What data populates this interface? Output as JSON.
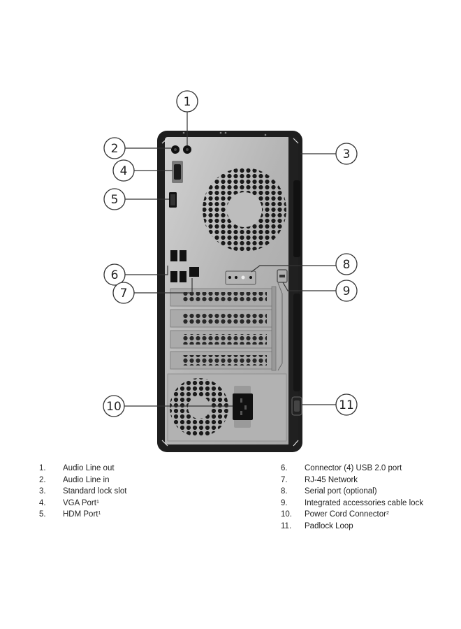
{
  "diagram": {
    "type": "labeled product rear-panel diagram",
    "subject": "Desktop tower PC, rear view",
    "colors": {
      "chassis_frame": "#1e1e1e",
      "panel_metal": "#b9b9b9",
      "callout_line": "#333333",
      "background": "#ffffff"
    },
    "callouts": [
      {
        "n": "1",
        "label": "Audio Line out"
      },
      {
        "n": "2",
        "label": "Audio Line in"
      },
      {
        "n": "3",
        "label": "Standard lock slot"
      },
      {
        "n": "4",
        "label": "VGA Port",
        "sup": "1"
      },
      {
        "n": "5",
        "label": "HDM Port",
        "sup": "1"
      },
      {
        "n": "6",
        "label": "Connector (4) USB 2.0 port"
      },
      {
        "n": "7",
        "label": "RJ-45 Network"
      },
      {
        "n": "8",
        "label": "Serial port (optional)"
      },
      {
        "n": "9",
        "label": "Integrated accessories cable lock"
      },
      {
        "n": "10",
        "label": "Power Cord Connector",
        "sup": "2"
      },
      {
        "n": "11",
        "label": "Padlock Loop"
      }
    ]
  },
  "legend": {
    "left": [
      {
        "num": "1.",
        "label": "Audio Line out",
        "sup": ""
      },
      {
        "num": "2.",
        "label": "Audio Line in",
        "sup": ""
      },
      {
        "num": "3.",
        "label": "Standard lock slot",
        "sup": ""
      },
      {
        "num": "4.",
        "label": "VGA Port",
        "sup": "1"
      },
      {
        "num": "5.",
        "label": "HDM Port",
        "sup": "1"
      }
    ],
    "right": [
      {
        "num": "6.",
        "label": "Connector (4) USB 2.0 port",
        "sup": ""
      },
      {
        "num": "7.",
        "label": "RJ-45 Network",
        "sup": ""
      },
      {
        "num": "8.",
        "label": "Serial port (optional)",
        "sup": ""
      },
      {
        "num": "9.",
        "label": "Integrated accessories cable lock",
        "sup": ""
      },
      {
        "num": "10.",
        "label": "Power Cord Connector",
        "sup": "2"
      },
      {
        "num": "11.",
        "label": "Padlock Loop",
        "sup": ""
      }
    ]
  }
}
